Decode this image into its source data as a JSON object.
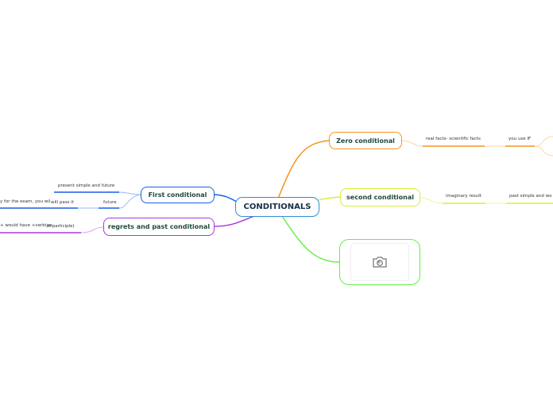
{
  "central": {
    "label": "CONDITIONALS",
    "color": "#2e8fd6"
  },
  "branches": {
    "zero": {
      "label": "Zero conditional",
      "color": "#f7941d",
      "leaves": [
        "real facts- scientific facts",
        "you use IF"
      ]
    },
    "second": {
      "label": "second conditional",
      "color": "#d6f03c",
      "leaves": [
        "imaginary result",
        "past simple and wo"
      ]
    },
    "first": {
      "label": "First conditional",
      "color": "#1a5fe0",
      "leaves": [
        "present simple and future",
        "future",
        "y for the exam, you wil",
        "will pass it"
      ]
    },
    "regrets": {
      "label": "regrets and past conditional",
      "color": "#a53be0",
      "leaves": [
        "+ would have +verb(pa",
        "st participle)"
      ]
    },
    "image": {
      "color": "#66ee44",
      "icon": "camera-icon"
    }
  }
}
